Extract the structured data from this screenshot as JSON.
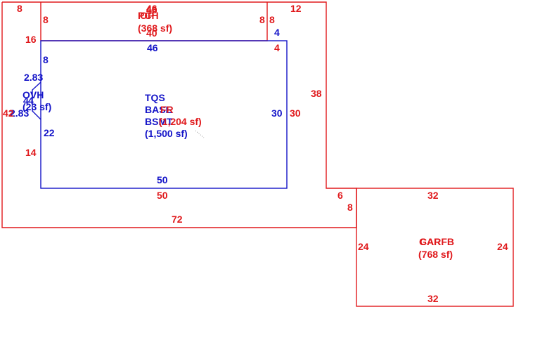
{
  "colors": {
    "red": "#e0191c",
    "blue": "#1414c8"
  },
  "areas": {
    "porch_top": {
      "name": "PCH",
      "overlay": "OP",
      "area": "(368 sf)"
    },
    "tqs": {
      "name": "TQS",
      "line2": "BASE",
      "line3": "BSMT",
      "area": "(1,500 sf)"
    },
    "first_floor": {
      "name": "FR",
      "area": "(1,204 sf)"
    },
    "garage": {
      "name": "GAR",
      "overlay": "CARFB",
      "area": "(768 sf)"
    },
    "overhang": {
      "name": "OVH",
      "area": "(23 sf)"
    }
  },
  "dims": {
    "top_46a": "46",
    "top_46b": "46",
    "top_40": "40",
    "porch_left_8": "8",
    "porch_right_8a": "8",
    "porch_right_8b": "8",
    "corner_8": "8",
    "top_right_12": "12",
    "left_16": "16",
    "blue_top_46": "46",
    "blue_4": "4",
    "red_4": "4",
    "blue_left_8": "8",
    "ovh_283a": "2.83",
    "ovh_4a": "4",
    "ovh_4b": "4",
    "ovh_283b": "2.83",
    "left_42": "42",
    "left_22": "22",
    "left_14": "14",
    "right_38": "38",
    "blue_right_30": "30",
    "red_right_30": "30",
    "blue_bottom_50": "50",
    "red_bottom_50": "50",
    "step_6": "6",
    "step_8": "8",
    "bottom_72": "72",
    "gar_top_32": "32",
    "gar_left_24": "24",
    "gar_right_24": "24",
    "gar_bottom_32": "32"
  }
}
